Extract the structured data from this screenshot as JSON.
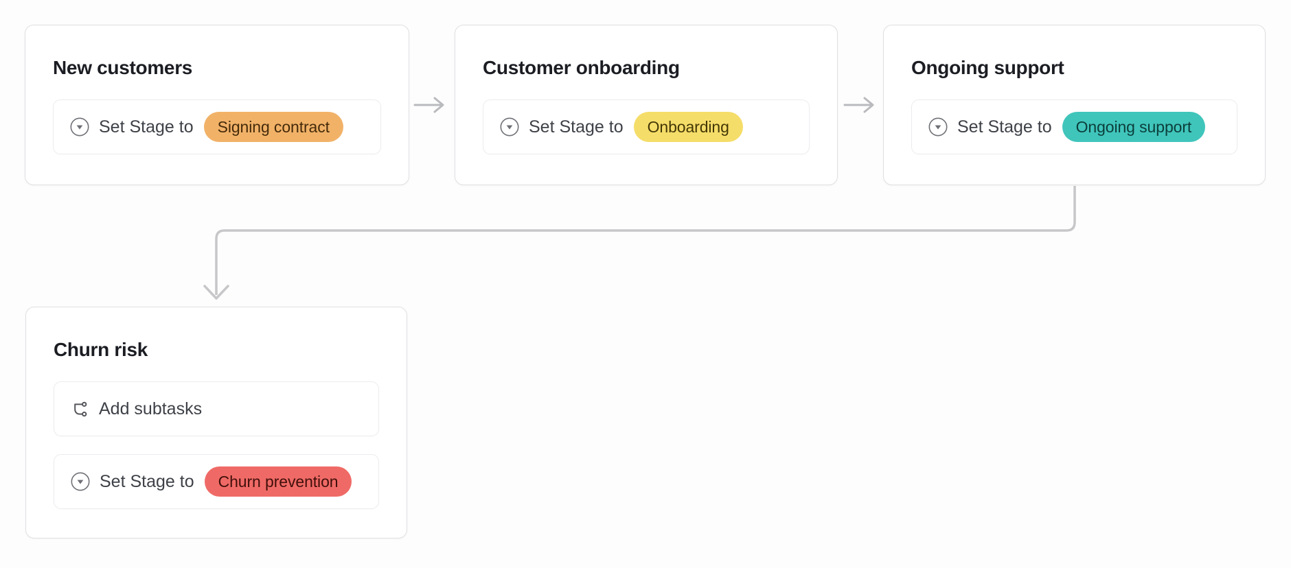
{
  "workflow": {
    "nodes": [
      {
        "title": "New customers",
        "actions": [
          {
            "icon": "stage-dropdown-icon",
            "label": "Set Stage to",
            "badge": {
              "text": "Signing contract",
              "bg": "#f1b268",
              "fg": "#452a0a"
            }
          }
        ]
      },
      {
        "title": "Customer onboarding",
        "actions": [
          {
            "icon": "stage-dropdown-icon",
            "label": "Set Stage to",
            "badge": {
              "text": "Onboarding",
              "bg": "#f5dd69",
              "fg": "#433706"
            }
          }
        ]
      },
      {
        "title": "Ongoing support",
        "actions": [
          {
            "icon": "stage-dropdown-icon",
            "label": "Set Stage to",
            "badge": {
              "text": "Ongoing support",
              "bg": "#40c5bb",
              "fg": "#0b3e3a"
            }
          }
        ]
      },
      {
        "title": "Churn risk",
        "actions": [
          {
            "icon": "subtasks-icon",
            "label": "Add subtasks"
          },
          {
            "icon": "stage-dropdown-icon",
            "label": "Set Stage to",
            "badge": {
              "text": "Churn prevention",
              "bg": "#ef6a66",
              "fg": "#420f0b"
            }
          }
        ]
      }
    ],
    "colors": {
      "flow_arrow": "#b9babd",
      "elbow_connector": "#c7c7ca",
      "icon_gray": "#6f7076"
    }
  }
}
